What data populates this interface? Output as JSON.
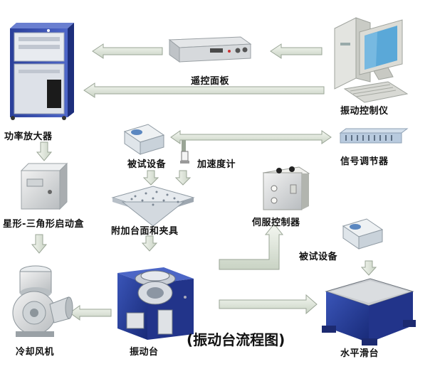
{
  "diagram": {
    "title": "(振动台流程图)",
    "nodes": {
      "amplifier": "功率放大器",
      "remote": "遥控面板",
      "controller": "振动控制仪",
      "specimen_top": "被试设备",
      "accelerometer": "加速度计",
      "conditioner": "信号调节器",
      "star_delta": "星形-三角形启动盒",
      "fixture": "附加台面和夹具",
      "servo": "伺服控制器",
      "specimen_right": "被试设备",
      "fan": "冷却风机",
      "shaker": "振动台",
      "slip_table": "水平滑台"
    }
  }
}
